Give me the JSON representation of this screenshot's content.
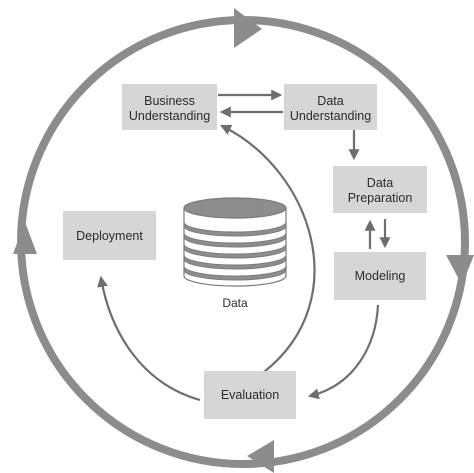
{
  "nodes": {
    "business_understanding": [
      "Business",
      "Understanding"
    ],
    "data_understanding": [
      "Data",
      "Understanding"
    ],
    "data_preparation": [
      "Data",
      "Preparation"
    ],
    "modeling": [
      "Modeling"
    ],
    "evaluation": [
      "Evaluation"
    ],
    "deployment": [
      "Deployment"
    ]
  },
  "database": {
    "label": "Data"
  },
  "colors": {
    "box_fill": "#d6d6d6",
    "outer_cycle": "#8c8c8c",
    "arrows": "#6e6e6e",
    "database": "#8d8d8d"
  }
}
